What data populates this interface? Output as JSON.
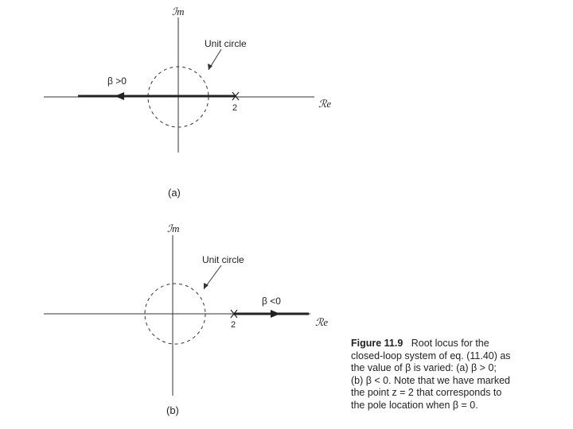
{
  "panel_a": {
    "axis_imag": "ℐm",
    "axis_real": "ℛe",
    "circle_label": "Unit circle",
    "pole_value": "2",
    "locus_label": "β >0",
    "panel_label": "(a)"
  },
  "panel_b": {
    "axis_imag": "ℐm",
    "axis_real": "ℛe",
    "circle_label": "Unit circle",
    "pole_value": "2",
    "locus_label": "β <0",
    "panel_label": "(b)"
  },
  "caption": {
    "figure_label": "Figure 11.9",
    "lines": [
      "Root locus for the",
      "closed-loop system of eq. (11.40) as",
      "the value of β is varied: (a) β > 0;",
      "(b) β < 0. Note that we have marked",
      "the point z = 2 that corresponds to",
      "the pole location when β = 0."
    ]
  }
}
